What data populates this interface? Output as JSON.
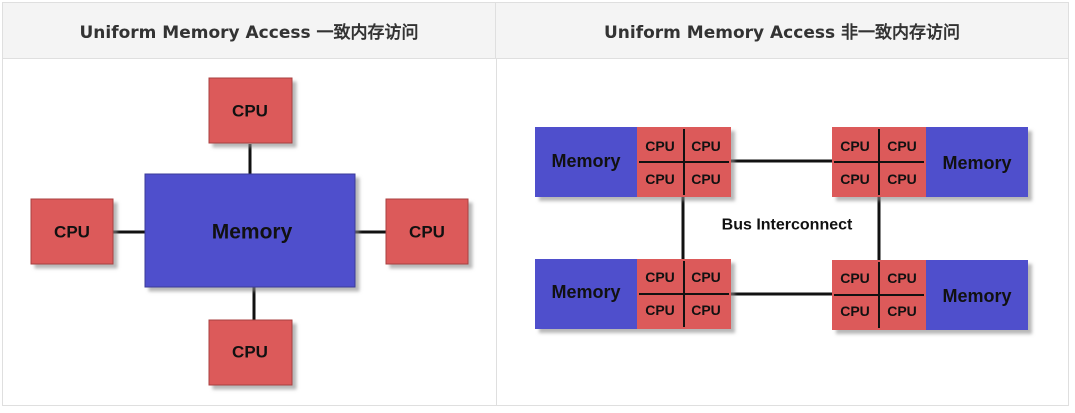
{
  "headers": {
    "uma": "Uniform Memory Access 一致内存访问",
    "numa": "Uniform Memory Access 非一致内存访问"
  },
  "uma_diagram": {
    "memory_label": "Memory",
    "cpu_labels": [
      "CPU",
      "CPU",
      "CPU",
      "CPU"
    ]
  },
  "numa_diagram": {
    "bus_label": "Bus Interconnect",
    "nodes": [
      {
        "memory_label": "Memory",
        "cpu_labels": [
          "CPU",
          "CPU",
          "CPU",
          "CPU"
        ]
      },
      {
        "memory_label": "Memory",
        "cpu_labels": [
          "CPU",
          "CPU",
          "CPU",
          "CPU"
        ]
      },
      {
        "memory_label": "Memory",
        "cpu_labels": [
          "CPU",
          "CPU",
          "CPU",
          "CPU"
        ]
      },
      {
        "memory_label": "Memory",
        "cpu_labels": [
          "CPU",
          "CPU",
          "CPU",
          "CPU"
        ]
      }
    ]
  },
  "colors": {
    "memory_blue": "#5050cc",
    "cpu_red": "#dc5a5a",
    "header_bg": "#f4f4f4",
    "border": "#dfdfdf"
  }
}
